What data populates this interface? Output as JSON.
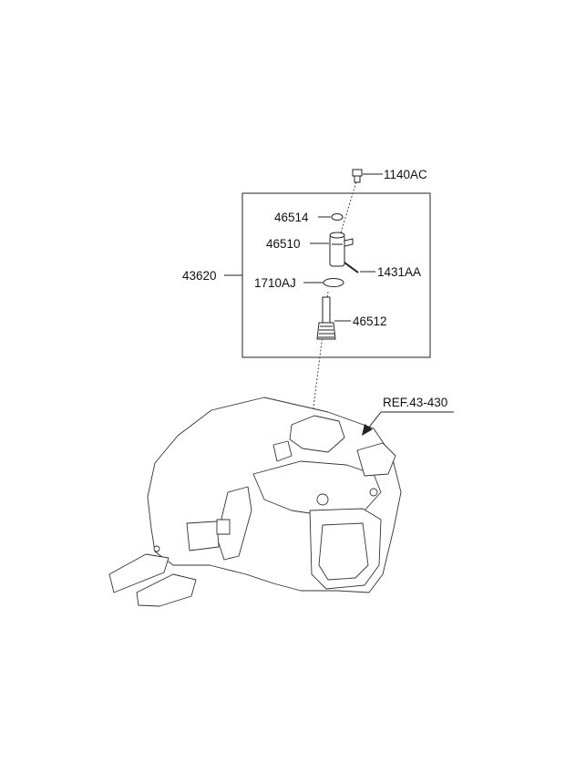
{
  "labels": {
    "p1140AC": "1140AC",
    "p46514": "46514",
    "p46510": "46510",
    "p43620": "43620",
    "p1431AA": "1431AA",
    "p1710AJ": "1710AJ",
    "p46512": "46512",
    "ref": "REF.43-430"
  }
}
